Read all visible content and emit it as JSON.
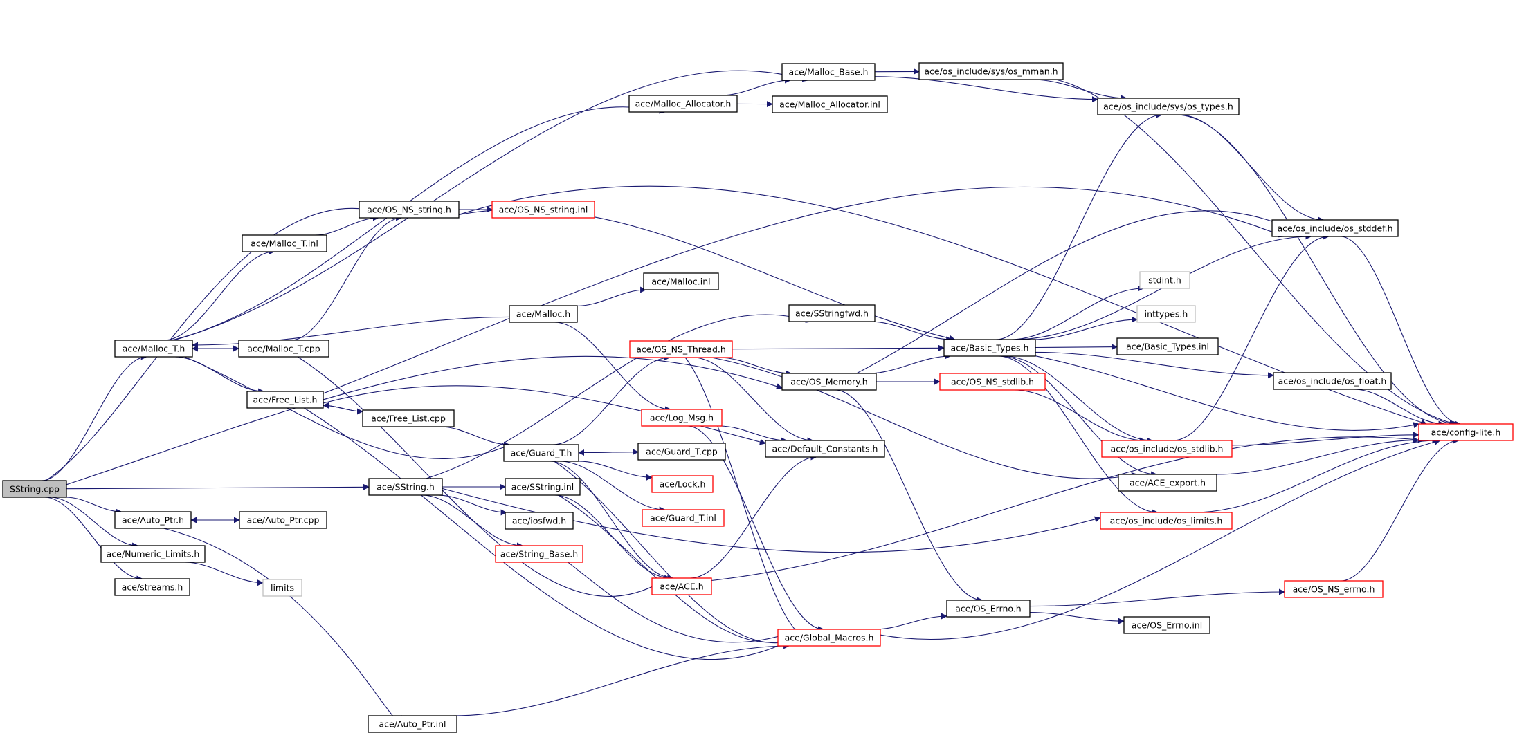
{
  "graph": {
    "edge_color": "#191970",
    "node_kinds": {
      "root": "gray fill, black border",
      "normal": "black border",
      "red": "red border",
      "gray": "light gray border"
    }
  },
  "nodes": [
    {
      "id": "sstring_cpp",
      "label": "SString.cpp",
      "kind": "root"
    },
    {
      "id": "malloc_t_h",
      "label": "ace/Malloc_T.h",
      "kind": "normal"
    },
    {
      "id": "auto_ptr_h",
      "label": "ace/Auto_Ptr.h",
      "kind": "normal"
    },
    {
      "id": "numeric_limits_h",
      "label": "ace/Numeric_Limits.h",
      "kind": "normal"
    },
    {
      "id": "streams_h",
      "label": "ace/streams.h",
      "kind": "normal"
    },
    {
      "id": "malloc_t_inl",
      "label": "ace/Malloc_T.inl",
      "kind": "normal"
    },
    {
      "id": "malloc_t_cpp",
      "label": "ace/Malloc_T.cpp",
      "kind": "normal"
    },
    {
      "id": "free_list_h",
      "label": "ace/Free_List.h",
      "kind": "normal"
    },
    {
      "id": "free_list_cpp",
      "label": "ace/Free_List.cpp",
      "kind": "normal"
    },
    {
      "id": "auto_ptr_cpp",
      "label": "ace/Auto_Ptr.cpp",
      "kind": "normal"
    },
    {
      "id": "limits",
      "label": "limits",
      "kind": "gray"
    },
    {
      "id": "auto_ptr_inl",
      "label": "ace/Auto_Ptr.inl",
      "kind": "normal"
    },
    {
      "id": "os_ns_string_h",
      "label": "ace/OS_NS_string.h",
      "kind": "normal"
    },
    {
      "id": "sstring_h",
      "label": "ace/SString.h",
      "kind": "normal"
    },
    {
      "id": "malloc_h",
      "label": "ace/Malloc.h",
      "kind": "normal"
    },
    {
      "id": "os_ns_string_inl",
      "label": "ace/OS_NS_string.inl",
      "kind": "red"
    },
    {
      "id": "malloc_allocator_h",
      "label": "ace/Malloc_Allocator.h",
      "kind": "normal"
    },
    {
      "id": "guard_t_h",
      "label": "ace/Guard_T.h",
      "kind": "normal"
    },
    {
      "id": "sstring_inl",
      "label": "ace/SString.inl",
      "kind": "normal"
    },
    {
      "id": "iosfwd_h",
      "label": "ace/iosfwd.h",
      "kind": "normal"
    },
    {
      "id": "string_base_h",
      "label": "ace/String_Base.h",
      "kind": "red"
    },
    {
      "id": "malloc_inl",
      "label": "ace/Malloc.inl",
      "kind": "normal"
    },
    {
      "id": "os_ns_thread_h",
      "label": "ace/OS_NS_Thread.h",
      "kind": "red"
    },
    {
      "id": "log_msg_h",
      "label": "ace/Log_Msg.h",
      "kind": "red"
    },
    {
      "id": "guard_t_cpp",
      "label": "ace/Guard_T.cpp",
      "kind": "normal"
    },
    {
      "id": "lock_h",
      "label": "ace/Lock.h",
      "kind": "red"
    },
    {
      "id": "guard_t_inl",
      "label": "ace/Guard_T.inl",
      "kind": "red"
    },
    {
      "id": "ace_h",
      "label": "ace/ACE.h",
      "kind": "red"
    },
    {
      "id": "global_macros_h",
      "label": "ace/Global_Macros.h",
      "kind": "red"
    },
    {
      "id": "malloc_base_h",
      "label": "ace/Malloc_Base.h",
      "kind": "normal"
    },
    {
      "id": "malloc_allocator_inl",
      "label": "ace/Malloc_Allocator.inl",
      "kind": "normal"
    },
    {
      "id": "sstringfwd_h",
      "label": "ace/SStringfwd.h",
      "kind": "normal"
    },
    {
      "id": "os_memory_h",
      "label": "ace/OS_Memory.h",
      "kind": "normal"
    },
    {
      "id": "default_constants_h",
      "label": "ace/Default_Constants.h",
      "kind": "normal"
    },
    {
      "id": "os_sys_mman_h",
      "label": "ace/os_include/sys/os_mman.h",
      "kind": "normal"
    },
    {
      "id": "os_ns_stdlib_h",
      "label": "ace/OS_NS_stdlib.h",
      "kind": "red"
    },
    {
      "id": "os_errno_h",
      "label": "ace/OS_Errno.h",
      "kind": "normal"
    },
    {
      "id": "basic_types_h",
      "label": "ace/Basic_Types.h",
      "kind": "normal"
    },
    {
      "id": "os_sys_types_h",
      "label": "ace/os_include/sys/os_types.h",
      "kind": "normal"
    },
    {
      "id": "stdint_h",
      "label": "stdint.h",
      "kind": "gray"
    },
    {
      "id": "inttypes_h",
      "label": "inttypes.h",
      "kind": "gray"
    },
    {
      "id": "basic_types_inl",
      "label": "ace/Basic_Types.inl",
      "kind": "normal"
    },
    {
      "id": "os_stdlib_h",
      "label": "ace/os_include/os_stdlib.h",
      "kind": "red"
    },
    {
      "id": "ace_export_h",
      "label": "ace/ACE_export.h",
      "kind": "normal"
    },
    {
      "id": "os_limits_h",
      "label": "ace/os_include/os_limits.h",
      "kind": "red"
    },
    {
      "id": "os_errno_inl",
      "label": "ace/OS_Errno.inl",
      "kind": "normal"
    },
    {
      "id": "os_ns_errno_h",
      "label": "ace/OS_NS_errno.h",
      "kind": "red"
    },
    {
      "id": "os_stddef_h",
      "label": "ace/os_include/os_stddef.h",
      "kind": "normal"
    },
    {
      "id": "os_float_h",
      "label": "ace/os_include/os_float.h",
      "kind": "normal"
    },
    {
      "id": "config_lite_h",
      "label": "ace/config-lite.h",
      "kind": "red"
    }
  ],
  "edges": [
    [
      "sstring_cpp",
      "malloc_t_h"
    ],
    [
      "sstring_cpp",
      "sstring_h"
    ],
    [
      "sstring_cpp",
      "auto_ptr_h"
    ],
    [
      "sstring_cpp",
      "numeric_limits_h"
    ],
    [
      "sstring_cpp",
      "streams_h"
    ],
    [
      "sstring_cpp",
      "os_ns_string_h"
    ],
    [
      "sstring_cpp",
      "os_memory_h"
    ],
    [
      "malloc_t_h",
      "malloc_base_h"
    ],
    [
      "malloc_t_h",
      "malloc_allocator_h"
    ],
    [
      "malloc_t_h",
      "malloc_t_inl"
    ],
    [
      "malloc_t_h",
      "malloc_t_cpp"
    ],
    [
      "malloc_t_h",
      "free_list_h"
    ],
    [
      "malloc_t_h",
      "guard_t_h"
    ],
    [
      "malloc_t_inl",
      "os_ns_string_h"
    ],
    [
      "malloc_t_cpp",
      "malloc_t_h"
    ],
    [
      "malloc_t_cpp",
      "os_ns_string_h"
    ],
    [
      "malloc_t_cpp",
      "ace_h"
    ],
    [
      "malloc_h",
      "malloc_t_h"
    ],
    [
      "malloc_h",
      "malloc_inl"
    ],
    [
      "malloc_h",
      "log_msg_h"
    ],
    [
      "free_list_h",
      "free_list_cpp"
    ],
    [
      "free_list_h",
      "os_stddef_h"
    ],
    [
      "free_list_h",
      "default_constants_h"
    ],
    [
      "free_list_h",
      "global_macros_h"
    ],
    [
      "free_list_cpp",
      "free_list_h"
    ],
    [
      "free_list_cpp",
      "guard_t_h"
    ],
    [
      "auto_ptr_h",
      "auto_ptr_cpp"
    ],
    [
      "auto_ptr_h",
      "auto_ptr_inl"
    ],
    [
      "auto_ptr_cpp",
      "auto_ptr_h"
    ],
    [
      "auto_ptr_inl",
      "global_macros_h"
    ],
    [
      "numeric_limits_h",
      "limits"
    ],
    [
      "os_ns_string_h",
      "os_ns_string_inl"
    ],
    [
      "os_ns_string_h",
      "basic_types_h"
    ],
    [
      "os_ns_string_h",
      "config_lite_h"
    ],
    [
      "sstring_h",
      "sstring_inl"
    ],
    [
      "sstring_h",
      "iosfwd_h"
    ],
    [
      "sstring_h",
      "string_base_h"
    ],
    [
      "sstring_h",
      "sstringfwd_h"
    ],
    [
      "sstring_h",
      "os_limits_h"
    ],
    [
      "sstring_inl",
      "ace_h"
    ],
    [
      "sstring_inl",
      "global_macros_h"
    ],
    [
      "string_base_h",
      "global_macros_h"
    ],
    [
      "malloc_allocator_h",
      "malloc_allocator_inl"
    ],
    [
      "malloc_allocator_h",
      "malloc_base_h"
    ],
    [
      "malloc_base_h",
      "os_sys_mman_h"
    ],
    [
      "malloc_base_h",
      "os_sys_types_h"
    ],
    [
      "os_sys_mman_h",
      "os_sys_types_h"
    ],
    [
      "os_sys_mman_h",
      "config_lite_h"
    ],
    [
      "os_sys_types_h",
      "os_stddef_h"
    ],
    [
      "os_sys_types_h",
      "config_lite_h"
    ],
    [
      "guard_t_h",
      "guard_t_cpp"
    ],
    [
      "guard_t_h",
      "lock_h"
    ],
    [
      "guard_t_h",
      "guard_t_inl"
    ],
    [
      "guard_t_h",
      "os_ns_thread_h"
    ],
    [
      "guard_t_h",
      "ace_h"
    ],
    [
      "guard_t_h",
      "global_macros_h"
    ],
    [
      "guard_t_cpp",
      "guard_t_h"
    ],
    [
      "os_ns_thread_h",
      "basic_types_h"
    ],
    [
      "os_ns_thread_h",
      "os_memory_h"
    ],
    [
      "os_ns_thread_h",
      "default_constants_h"
    ],
    [
      "os_ns_thread_h",
      "global_macros_h"
    ],
    [
      "os_ns_thread_h",
      "ace_export_h"
    ],
    [
      "log_msg_h",
      "default_constants_h"
    ],
    [
      "log_msg_h",
      "global_macros_h"
    ],
    [
      "ace_h",
      "default_constants_h"
    ],
    [
      "ace_h",
      "config_lite_h"
    ],
    [
      "os_memory_h",
      "basic_types_h"
    ],
    [
      "os_memory_h",
      "os_ns_stdlib_h"
    ],
    [
      "os_memory_h",
      "os_errno_h"
    ],
    [
      "os_memory_h",
      "os_stddef_h"
    ],
    [
      "os_ns_stdlib_h",
      "os_stdlib_h"
    ],
    [
      "global_macros_h",
      "os_errno_h"
    ],
    [
      "global_macros_h",
      "config_lite_h"
    ],
    [
      "os_errno_h",
      "os_errno_inl"
    ],
    [
      "os_errno_h",
      "os_ns_errno_h"
    ],
    [
      "os_ns_errno_h",
      "config_lite_h"
    ],
    [
      "basic_types_h",
      "os_sys_types_h"
    ],
    [
      "basic_types_h",
      "os_stddef_h"
    ],
    [
      "basic_types_h",
      "stdint_h"
    ],
    [
      "basic_types_h",
      "inttypes_h"
    ],
    [
      "basic_types_h",
      "basic_types_inl"
    ],
    [
      "basic_types_h",
      "os_float_h"
    ],
    [
      "basic_types_h",
      "config_lite_h"
    ],
    [
      "basic_types_h",
      "os_stdlib_h"
    ],
    [
      "basic_types_h",
      "ace_export_h"
    ],
    [
      "basic_types_h",
      "os_limits_h"
    ],
    [
      "os_stdlib_h",
      "os_stddef_h"
    ],
    [
      "os_stdlib_h",
      "config_lite_h"
    ],
    [
      "ace_export_h",
      "config_lite_h"
    ],
    [
      "os_limits_h",
      "config_lite_h"
    ],
    [
      "os_float_h",
      "config_lite_h"
    ],
    [
      "os_stddef_h",
      "config_lite_h"
    ],
    [
      "sstringfwd_h",
      "basic_types_h"
    ]
  ]
}
